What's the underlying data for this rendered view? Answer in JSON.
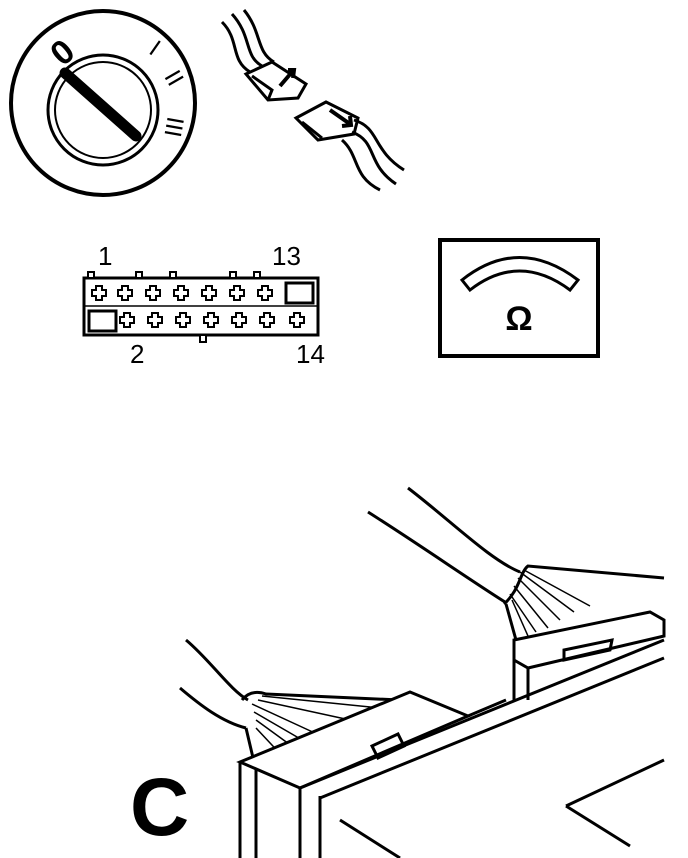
{
  "ignition": {
    "position_off": "0",
    "position_1": "I",
    "position_2": "II",
    "position_3": "III"
  },
  "connector": {
    "pin_top_left": "1",
    "pin_top_right": "13",
    "pin_bottom_left": "2",
    "pin_bottom_right": "14"
  },
  "ohmmeter": {
    "symbol": "Ω"
  },
  "detail": {
    "label": "C"
  }
}
